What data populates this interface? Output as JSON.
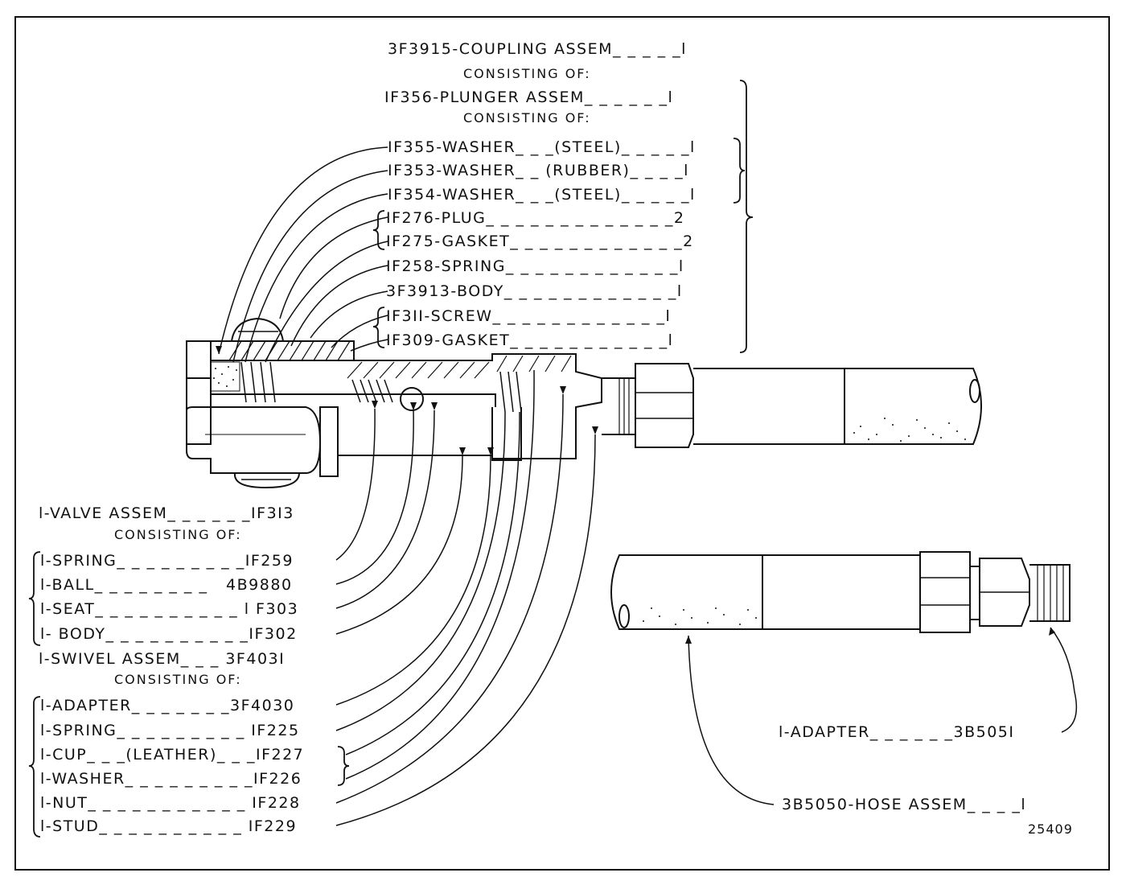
{
  "coupling": {
    "title": "3F3915-COUPLING ASSEM_ _ _ _ _l",
    "consisting": "CONSISTING OF:",
    "plunger": "IF356-PLUNGER ASSEM_ _ _ _ _ _l",
    "plunger_consisting": "CONSISTING OF:",
    "items": [
      "IF355-WASHER_ _ _(STEEL)_ _ _ _ _l",
      "IF353-WASHER_ _ (RUBBER)_ _ _ _l",
      "IF354-WASHER_ _ _(STEEL)_ _ _ _ _l",
      "IF276-PLUG_ _ _ _ _ _ _ _ _ _ _ _ _2",
      "IF275-GASKET_ _ _ _ _ _ _ _ _ _ _ _2",
      "IF258-SPRING_ _ _ _ _ _ _ _ _ _ _ _l",
      "3F3913-BODY_ _ _ _ _ _ _ _ _ _ _ _l",
      "IF3II-SCREW_ _ _ _ _ _ _ _ _ _ _ _l",
      "IF309-GASKET_ _ _ _ _ _ _ _ _ _ _l"
    ]
  },
  "valve": {
    "title": "l-VALVE ASSEM_ _ _ _ _ _IF3I3",
    "consisting": "CONSISTING OF:",
    "items": [
      "l-SPRING_ _ _ _ _ _ _ _ _IF259",
      "l-BALL_ _ _ _ _ _ _ _   4B9880",
      "l-SEAT_ _ _ _ _ _ _ _ _ _ l F303",
      "l- BODY_ _ _ _ _ _ _ _ _ _IF302"
    ]
  },
  "swivel": {
    "title": "l-SWIVEL ASSEM_ _ _ 3F403I",
    "consisting": "CONSISTING OF:",
    "items": [
      "l-ADAPTER_ _ _ _ _ _ _3F4030",
      "l-SPRING_ _ _ _ _ _ _ _ _ IF225",
      "l-CUP_ _ _(LEATHER)_ _ _IF227",
      "l-WASHER_ _ _ _ _ _ _ _ _IF226",
      "l-NUT_ _ _ _ _ _ _ _ _ _ _ IF228",
      "l-STUD_ _ _ _ _ _ _ _ _ _ IF229"
    ]
  },
  "hose": {
    "adapter": "l-ADAPTER_ _ _ _ _ _3B505I",
    "assem": "3B5050-HOSE ASSEM_ _ _ _l"
  },
  "figure_number": "25409"
}
